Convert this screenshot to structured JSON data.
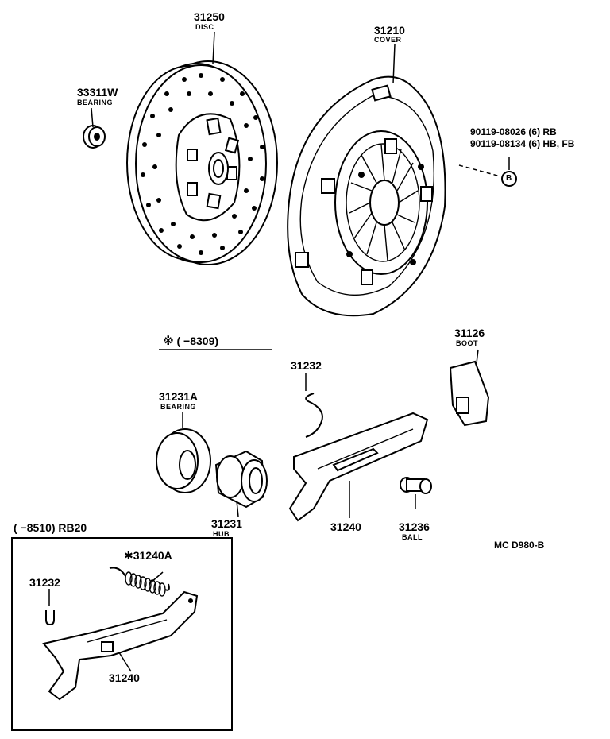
{
  "parts": {
    "disc": {
      "number": "31250",
      "name": "DISC"
    },
    "cover": {
      "number": "31210",
      "name": "COVER"
    },
    "bearing_pilot": {
      "number": "33311W",
      "name": "BEARING"
    },
    "bolt_rb": "90119-08026 (6) RB",
    "bolt_hb_fb": "90119-08134 (6) HB, FB",
    "bolt_callout": "B",
    "boot": {
      "number": "31126",
      "name": "BOOT"
    },
    "clip_upper": {
      "number": "31232"
    },
    "release_bearing": {
      "number": "31231A",
      "name": "BEARING"
    },
    "hub": {
      "number": "31231",
      "name": "HUB"
    },
    "fork_upper": {
      "number": "31240"
    },
    "ball": {
      "number": "31236",
      "name": "BALL"
    },
    "clip_lower": {
      "number": "31232"
    },
    "spring": {
      "number": "✱31240A"
    },
    "fork_lower": {
      "number": "31240"
    }
  },
  "notes": {
    "date_range": "※ (       −8309)",
    "inset_range": "(       −8510) RB20",
    "diagram_code": "MC D980-B"
  }
}
